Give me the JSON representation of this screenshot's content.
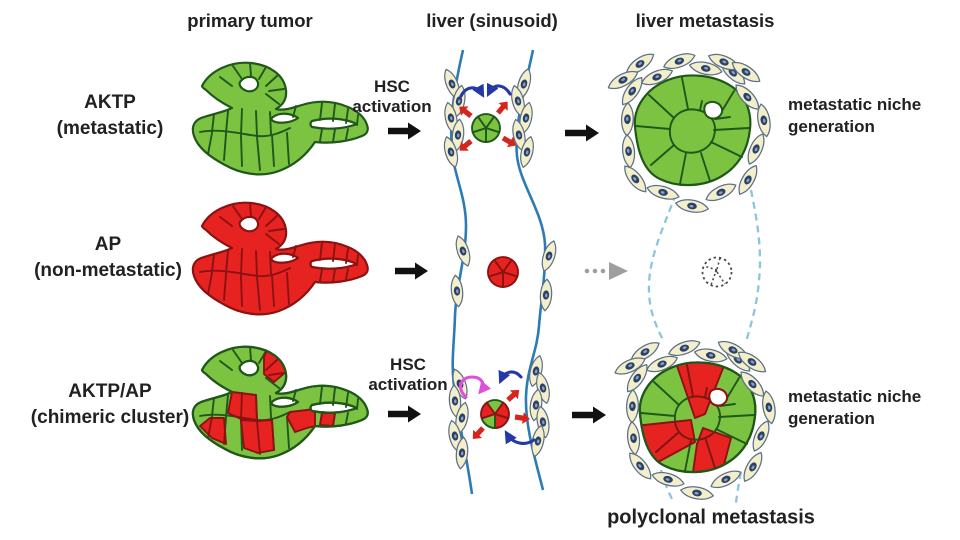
{
  "title": "tumor cell cluster liver metastasis diagram",
  "headers": {
    "primary_tumor": "primary tumor",
    "liver_sinusoid": "liver (sinusoid)",
    "liver_metastasis": "liver metastasis"
  },
  "rows": [
    {
      "label": "AKTP",
      "sublabel": "(metastatic)",
      "hsc_line1": "HSC",
      "hsc_line2": "activation",
      "outcome_line1": "metastatic niche",
      "outcome_line2": "generation"
    },
    {
      "label": "AP",
      "sublabel": "(non-metastatic)"
    },
    {
      "label": "AKTP/AP",
      "sublabel": "(chimeric cluster)",
      "hsc_line1": "HSC",
      "hsc_line2": "activation",
      "outcome_line1": "metastatic niche",
      "outcome_line2": "generation"
    }
  ],
  "footer": {
    "polyclonal": "polyclonal metastasis"
  },
  "palette": {
    "tumor_green": "#7cc342",
    "tumor_green_dark": "#20571a",
    "tumor_red": "#e62321",
    "tumor_red_dark": "#8c1212",
    "hsc_fill": "#f4efcb",
    "hsc_stroke": "#5d7089",
    "hsc_nucleus": "#2b4168",
    "hsc_nucleus_light": "#8aa0c4",
    "vessel_blue": "#2b7cb4",
    "vessel_dashed": "#8fc4dd",
    "arrow_black": "#111111",
    "arrow_red": "#d6251d",
    "arrow_blue": "#2438a6",
    "arrow_magenta": "#e04fd8",
    "arrow_gray": "#9e9e9e",
    "dead_cell": "#4a4a4a",
    "text": "#232020"
  }
}
